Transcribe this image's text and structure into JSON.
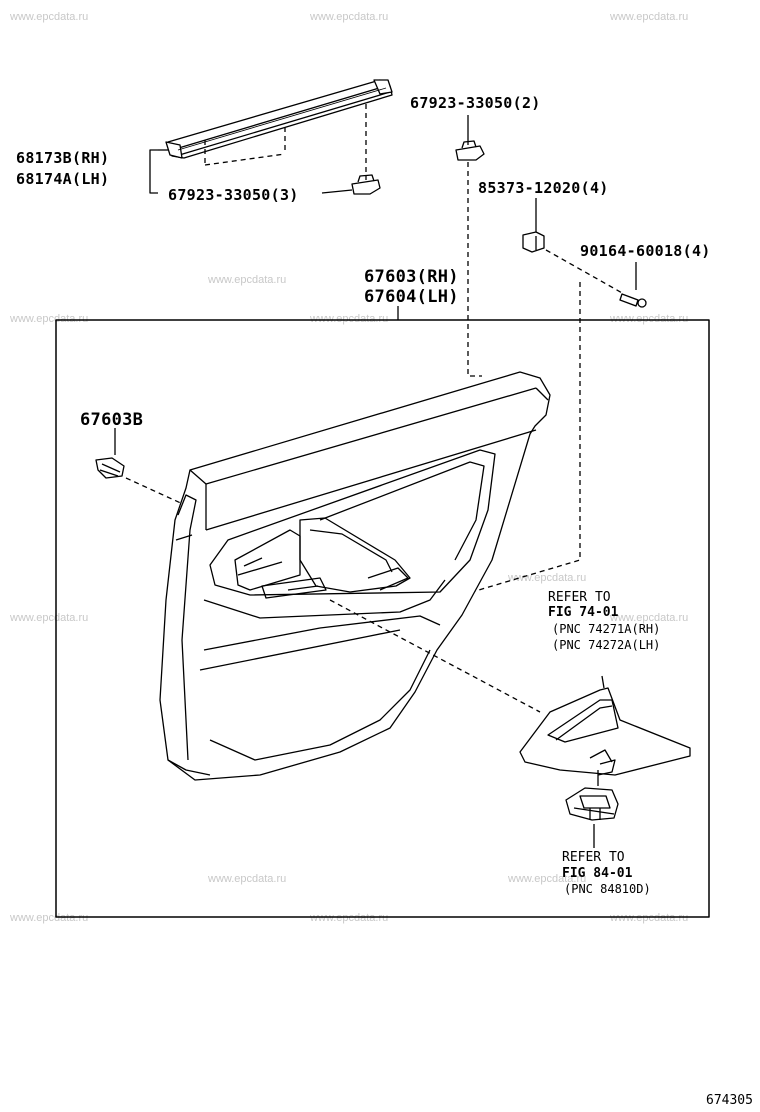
{
  "watermark": "www.epcdata.ru",
  "parts": {
    "p68173": "68173B(RH)",
    "p68174": "68174A(LH)",
    "p67923a": "67923-33050(3)",
    "p67923b": "67923-33050(2)",
    "p85373": "85373-12020(4)",
    "p90164": "90164-60018(4)",
    "p67603": "67603(RH)",
    "p67604": "67604(LH)",
    "p67603b": "67603B"
  },
  "refs": {
    "ref1_line1": "REFER TO",
    "ref1_line2": "FIG 74-01",
    "ref1_line3": "(PNC 74271A(RH)",
    "ref1_line4": "(PNC 74272A(LH)",
    "ref2_line1": "REFER TO",
    "ref2_line2": "FIG 84-01",
    "ref2_line3": "(PNC 84810D)"
  },
  "figure_number": "674305"
}
